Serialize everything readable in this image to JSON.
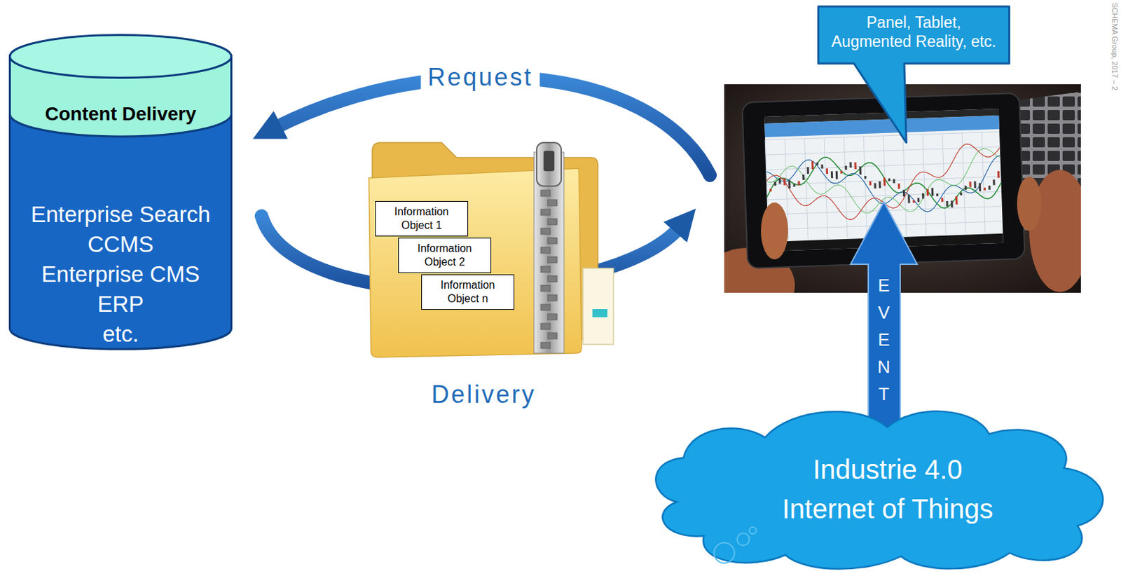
{
  "diagram": {
    "nodes": [
      {
        "text": [
          "Content Delivery",
          "Enterprise Search",
          "CCMS",
          "Enterprise CMS",
          "ERP",
          "etc."
        ]
      },
      {
        "text": [
          "Panel, Tablet, Augmented Reality, etc."
        ]
      },
      {
        "text": [
          "Information Object 1"
        ]
      },
      {
        "text": [
          "Information Object 2"
        ]
      },
      {
        "text": [
          "Information Object n"
        ]
      },
      {
        "text": [
          "Industrie 4.0 Internet of Things"
        ]
      }
    ],
    "labels": [
      "Request",
      "Delivery",
      "EVENT",
      "SCHEMA Group, 2017 – 2"
    ]
  }
}
